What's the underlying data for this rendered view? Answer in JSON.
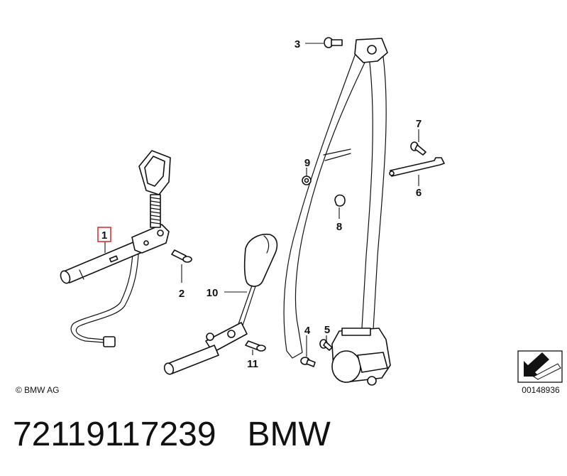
{
  "diagram": {
    "callouts": [
      "1",
      "2",
      "3",
      "4",
      "5",
      "6",
      "7",
      "8",
      "9",
      "10",
      "11"
    ],
    "copyright": "© BMW AG",
    "reference": "00148936"
  },
  "caption": {
    "part_number": "72119117239",
    "brand": "BMW"
  },
  "colors": {
    "highlight": "#e0303a",
    "ink": "#111111"
  }
}
